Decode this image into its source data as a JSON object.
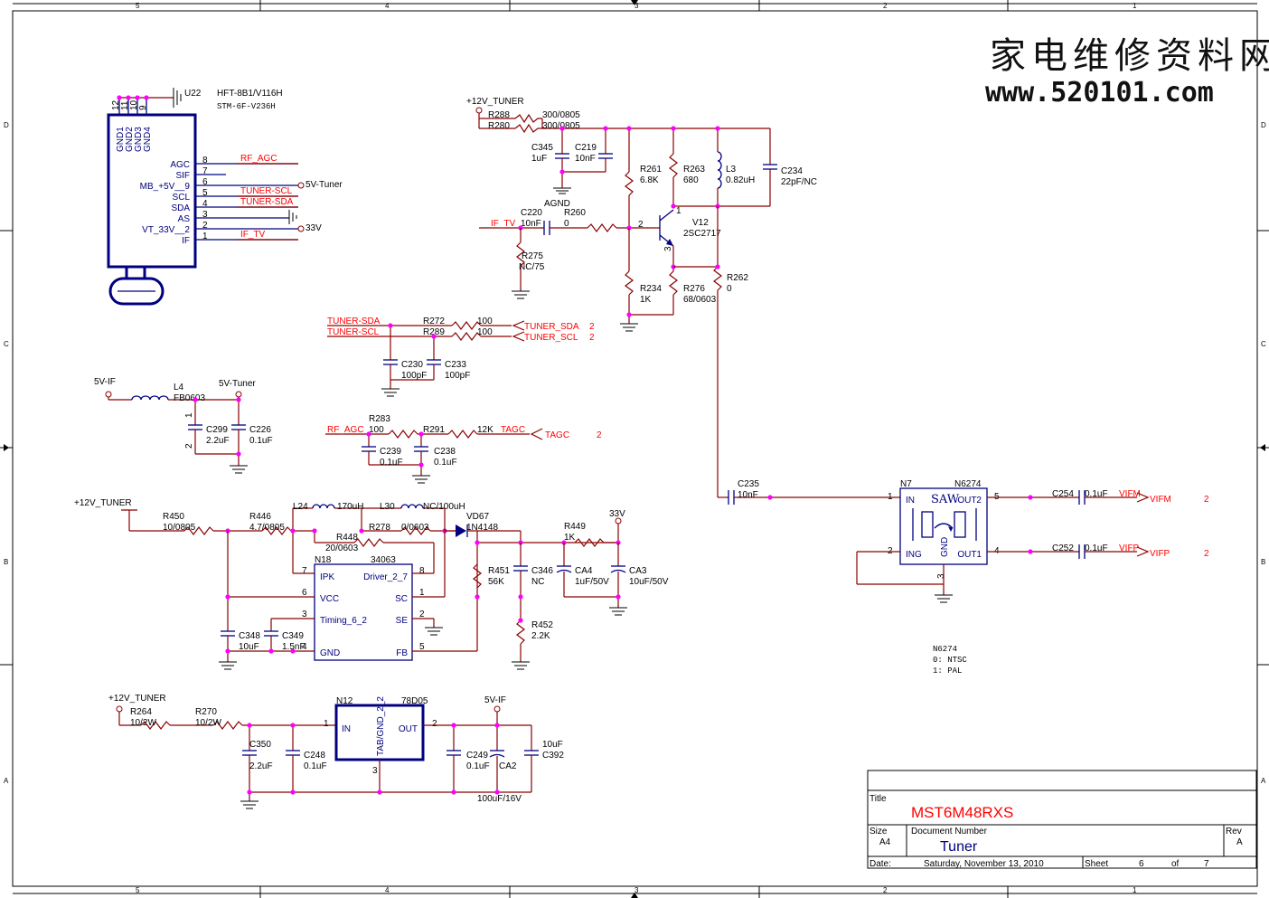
{
  "watermark": {
    "chinese": "家电维修资料网",
    "url": "www.520101.com"
  },
  "border": {
    "columns": [
      "5",
      "4",
      "3",
      "2",
      "1"
    ],
    "rows": [
      "D",
      "C",
      "B",
      "A"
    ]
  },
  "tuner_block": {
    "ref": "U22",
    "part": "HFT-8B1/V116H",
    "alt_part": "STM-6F-V236H",
    "top_pins": [
      "12",
      "11",
      "10",
      "9"
    ],
    "gnd_labels": [
      "GND1",
      "GND2",
      "GND3",
      "GND4"
    ],
    "pins": [
      {
        "name": "AGC",
        "num": "8",
        "net": "RF_AGC"
      },
      {
        "name": "SIF",
        "num": "7",
        "net": ""
      },
      {
        "name": "MB_+5V__9",
        "num": "6",
        "net": ""
      },
      {
        "name": "SCL",
        "num": "5",
        "net": "TUNER-SCL"
      },
      {
        "name": "SDA",
        "num": "4",
        "net": "TUNER-SDA"
      },
      {
        "name": "AS",
        "num": "3",
        "net": ""
      },
      {
        "name": "VT_33V__2",
        "num": "2",
        "net": ""
      },
      {
        "name": "IF",
        "num": "1",
        "net": "IF_TV"
      }
    ],
    "rail_5v": "5V-Tuner",
    "rail_33v": "33V"
  },
  "if_amp": {
    "rail": "+12V_TUNER",
    "r288": "R288",
    "r288v": "300/0805",
    "r280": "R280",
    "r280v": "300/0805",
    "c345": "C345",
    "c345v": "1uF",
    "c219": "C219",
    "c219v": "10nF",
    "agnd": "AGND",
    "r261": "R261",
    "r261v": "6.8K",
    "r263": "R263",
    "r263v": "680",
    "l3": "L3",
    "l3v": "0.82uH",
    "c234": "C234",
    "c234v": "22pF/NC",
    "if_tv": "IF_TV",
    "c220": "C220",
    "c220v": "10nF",
    "r260": "R260",
    "r260v": "0",
    "pin2": "2",
    "pin1": "1",
    "pin3": "3",
    "v12": "V12",
    "v12v": "2SC2717",
    "r275": "R275",
    "r275v": "NC/75",
    "r234": "R234",
    "r234v": "1K",
    "r276": "R276",
    "r276v": "68/0603",
    "r262": "R262",
    "r262v": "0"
  },
  "i2c": {
    "sda": "TUNER-SDA",
    "scl": "TUNER-SCL",
    "r272": "R272",
    "r272v": "100",
    "r289": "R289",
    "r289v": "100",
    "out_sda": "TUNER_SDA",
    "out_scl": "TUNER_SCL",
    "sheet": "2",
    "c230": "C230",
    "c230v": "100pF",
    "c233": "C233",
    "c233v": "100pF"
  },
  "filter5v": {
    "in": "5V-IF",
    "out": "5V-Tuner",
    "l4": "L4",
    "l4v": "FB0603",
    "c299": "C299",
    "c299v": "2.2uF",
    "c226": "C226",
    "c226v": "0.1uF",
    "p1": "1",
    "p2": "2"
  },
  "agc": {
    "rf_agc": "RF_AGC",
    "r283": "R283",
    "r283v": "100",
    "r291": "R291",
    "r291v": "12K",
    "tagc": "TAGC",
    "tagc_port": "TAGC",
    "sheet": "2",
    "c239": "C239",
    "c239v": "0.1uF",
    "c238": "C238",
    "c238v": "0.1uF"
  },
  "boost": {
    "rail": "+12V_TUNER",
    "r450": "R450",
    "r450v": "10/0805",
    "r446": "R446",
    "r446v": "4.7/0805",
    "l24": "L24",
    "l24v": "170uH",
    "l30": "L30",
    "l30v": "NC/100uH",
    "r278": "R278",
    "r278v": "0/0603",
    "r448": "R448",
    "r448v": "20/0603",
    "vd67": "VD67",
    "vd67v": "1N4148",
    "v33": "33V",
    "r449": "R449",
    "r449v": "1K",
    "n18": "N18",
    "n18v": "34063",
    "pins_left": [
      {
        "name": "IPK",
        "num": "7"
      },
      {
        "name": "VCC",
        "num": "6"
      },
      {
        "name": "Timing_6_2",
        "num": "3"
      },
      {
        "name": "GND",
        "num": "4"
      }
    ],
    "pins_right": [
      {
        "name": "Driver_2_7",
        "num": "8"
      },
      {
        "name": "SC",
        "num": "1"
      },
      {
        "name": "SE",
        "num": "2"
      },
      {
        "name": "FB",
        "num": "5"
      }
    ],
    "r451": "R451",
    "r451v": "56K",
    "c346": "C346",
    "c346v": "NC",
    "ca4": "CA4",
    "ca4v": "1uF/50V",
    "ca3": "CA3",
    "ca3v": "10uF/50V",
    "r452": "R452",
    "r452v": "2.2K",
    "c348": "C348",
    "c348v": "10uF",
    "c349": "C349",
    "c349v": "1.5nF"
  },
  "reg": {
    "rail_in": "+12V_TUNER",
    "r264": "R264",
    "r264v": "10/2W",
    "r270": "R270",
    "r270v": "10/2W",
    "n12": "N12",
    "n12v": "78D05",
    "in": "IN",
    "out": "OUT",
    "tab": "TAB/GND_2_2",
    "pin_in": "1",
    "pin_out": "2",
    "pin_gnd": "3",
    "rail_out": "5V-IF",
    "c350": "C350",
    "c350v": "2.2uF",
    "c248": "C248",
    "c248v": "0.1uF",
    "c249": "C249",
    "c249v": "0.1uF",
    "ca2": "CA2",
    "ca2v": "100uF/16V",
    "c392": "C392",
    "c392v": "10uF"
  },
  "saw": {
    "n7": "N7",
    "n6274": "N6274",
    "label": "SAW",
    "in": "IN",
    "ing": "ING",
    "gnd": "GND",
    "out2": "OUT2",
    "out1": "OUT1",
    "p1": "1",
    "p2": "2",
    "p3": "3",
    "p4": "4",
    "p5": "5",
    "c235": "C235",
    "c235v": "10nF",
    "c254": "C254",
    "c254v": "0.1uF",
    "c252": "C252",
    "c252v": "0.1uF",
    "vifm": "VIFM",
    "vifp": "VIFP",
    "vifm_port": "VIFM",
    "vifp_port": "VIFP",
    "sheet": "2",
    "note_title": "N6274",
    "note1": "0: NTSC",
    "note2": "1: PAL"
  },
  "title_block": {
    "title_label": "Title",
    "title": "MST6M48RXS",
    "size_label": "Size",
    "size": "A4",
    "docnum_label": "Document Number",
    "docnum": "Tuner",
    "rev_label": "Rev",
    "rev": "A",
    "date_label": "Date:",
    "date": "Saturday, November 13, 2010",
    "sheet_label": "Sheet",
    "sheet": "6",
    "of_label": "of",
    "total": "7"
  },
  "colors": {
    "wire": "#8b0000",
    "component": "#000080",
    "net_label": "#ff0000",
    "junction": "#ff00ff"
  }
}
